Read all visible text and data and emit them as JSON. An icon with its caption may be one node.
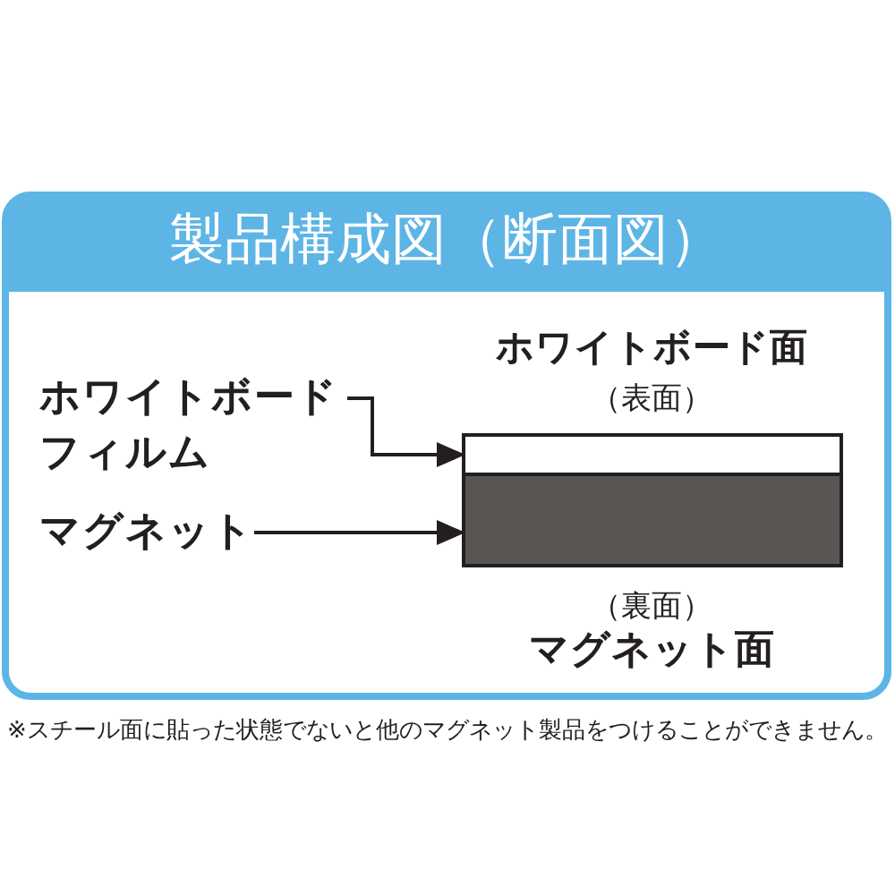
{
  "diagram": {
    "nodes": [
      {
        "text": [
          "製品構成図（断面図）"
        ]
      },
      {
        "text": [
          "ホワイトボードフィルム"
        ],
        "in": 0
      },
      {
        "text": [
          "マグネット"
        ],
        "in": 0
      },
      {
        "text": [],
        "shape": "box",
        "in": 0,
        "beside": [
          "ホワイトボード面",
          "（表面）"
        ]
      },
      {
        "text": [],
        "shape": "box",
        "in": 0,
        "beside": [
          "（裏面）",
          "マグネット面"
        ]
      }
    ],
    "edges": [
      {
        "from": 1,
        "to": 3,
        "arrow": "to"
      },
      {
        "from": 2,
        "to": 4,
        "arrow": "to"
      }
    ],
    "labels": [
      "※スチール面に貼った状態でないと他のマグネット製品をつけることができません。"
    ]
  }
}
